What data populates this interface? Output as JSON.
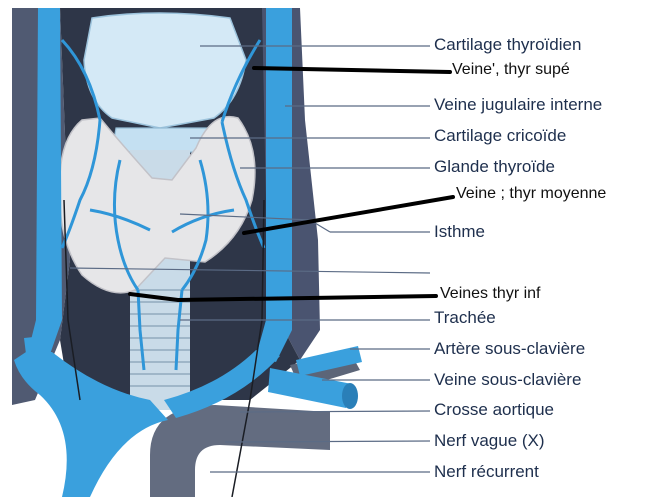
{
  "labels": {
    "thyroid_cartilage": "Cartilage thyroïdien",
    "internal_jugular_vein": "Veine jugulaire interne",
    "cricoid_cartilage": "Cartilage cricoïde",
    "thyroid_gland": "Glande thyroïde",
    "isthmus": "Isthme",
    "trachea": "Trachée",
    "subclavian_artery": "Artère sous-clavière",
    "subclavian_vein": "Veine sous-clavière",
    "aortic_arch": "Crosse aortique",
    "vagus_nerve": "Nerf vague (X)",
    "recurrent_nerve": "Nerf récurrent"
  },
  "handwritten": {
    "superior_thyroid_vein": "Veine', thyr supé",
    "middle_thyroid_vein": "Veine ; thyr moyenne",
    "inferior_thyroid_veins": "Veines thyr inf"
  },
  "colors": {
    "vein": "#3aa0dd",
    "muscle": "#4a5672",
    "cartilage": "#cfe6f4",
    "gland": "#e8e8ea",
    "label_text": "#1e2f4d"
  }
}
